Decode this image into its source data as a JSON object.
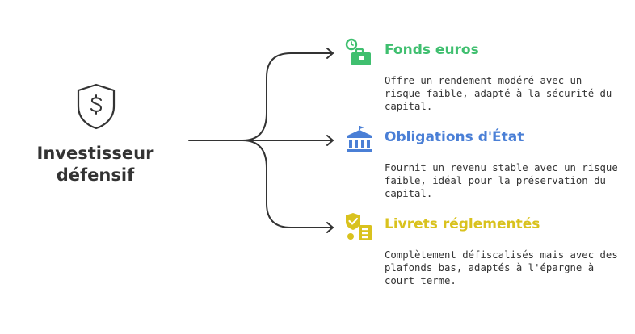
{
  "root": {
    "icon": "shield-dollar-icon",
    "label_line1": "Investisseur",
    "label_line2": "défensif"
  },
  "colors": {
    "connector": "#333333",
    "fonds": "#3fbf6f",
    "obligations": "#4a7fd6",
    "livrets": "#d9c21e"
  },
  "branches": [
    {
      "title": "Fonds euros",
      "icon": "briefcase-clock-icon",
      "description": "Offre un rendement modéré avec un risque faible, adapté à la sécurité du capital."
    },
    {
      "title": "Obligations d'État",
      "icon": "government-building-icon",
      "description": "Fournit un revenu stable avec un risque faible, idéal pour la préservation du capital."
    },
    {
      "title": "Livrets réglementés",
      "icon": "shield-check-document-icon",
      "description": "Complètement défiscalisés mais avec des plafonds bas, adaptés à l'épargne à court terme."
    }
  ]
}
